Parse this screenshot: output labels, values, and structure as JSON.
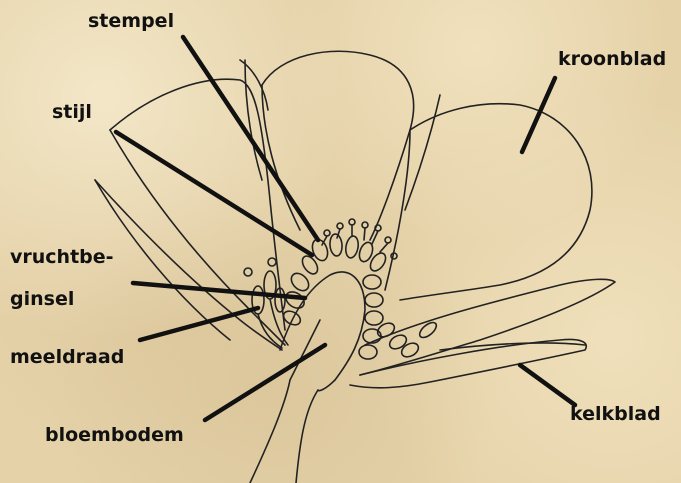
{
  "labels": {
    "stempel": "stempel",
    "stijl": "stijl",
    "kroonblad": "kroonblad",
    "vruchtbeginsel_line1": "vruchtbe-",
    "vruchtbeginsel_line2": "ginsel",
    "meeldraad": "meeldraad",
    "bloembodem": "bloembodem",
    "kelkblad": "kelkblad"
  },
  "colors": {
    "background": "#e5d2a9",
    "ink": "#111111"
  }
}
